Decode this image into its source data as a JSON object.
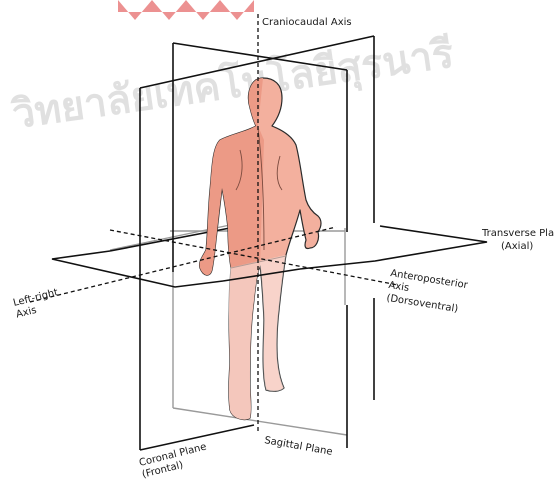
{
  "watermark": {
    "text": "วิทยาลัยเทคโนโลยีสุรนารี",
    "color": "#c8c8c8",
    "accent_color": "#e04848"
  },
  "labels": {
    "craniocaudal_axis": "Craniocaudal Axis",
    "transverse_plane_line1": "Transverse Plane",
    "transverse_plane_line2": "(Axial)",
    "anteroposterior_line1": "Anteroposterior",
    "anteroposterior_line2": "Axis",
    "anteroposterior_line3": "(Dorsoventral)",
    "left_right_line1": "Left-right",
    "left_right_line2": "Axis",
    "coronal_plane_line1": "Coronal Plane",
    "coronal_plane_line2": "(Frontal)",
    "sagittal_plane": "Sagittal Plane"
  },
  "colors": {
    "body_fill": "#f3b09e",
    "body_shade": "#ec9a86",
    "body_outline": "#2b2b2b",
    "plane_line": "#111111",
    "plane_hidden_line": "#9a9a9a",
    "axis_line": "#111111"
  }
}
